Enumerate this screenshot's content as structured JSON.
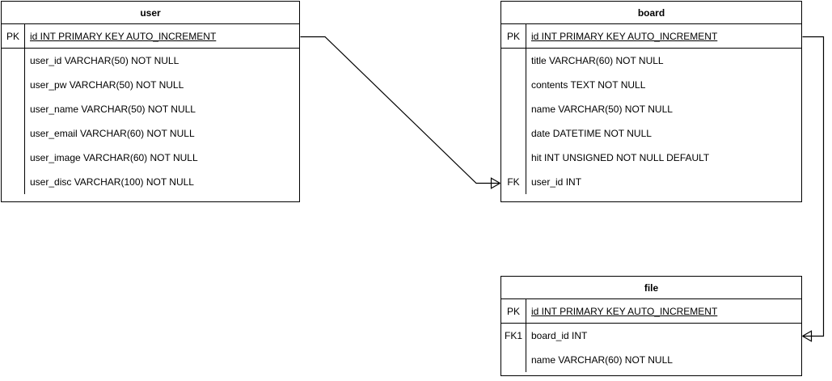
{
  "diagram": {
    "type": "entity-relationship-diagram",
    "background_color": "#ffffff",
    "line_color": "#000000",
    "text_color": "#000000"
  },
  "entities": [
    {
      "name": "user",
      "title": "user",
      "primary_key": {
        "key_label": "PK",
        "attribute": "id INT PRIMARY KEY AUTO_INCREMENT"
      },
      "attributes": [
        {
          "key_label": "",
          "attribute": "user_id VARCHAR(50) NOT NULL"
        },
        {
          "key_label": "",
          "attribute": "user_pw VARCHAR(50) NOT NULL"
        },
        {
          "key_label": "",
          "attribute": "user_name VARCHAR(50) NOT NULL"
        },
        {
          "key_label": "",
          "attribute": "user_email VARCHAR(60) NOT NULL"
        },
        {
          "key_label": "",
          "attribute": "user_image VARCHAR(60) NOT NULL"
        },
        {
          "key_label": "",
          "attribute": "user_disc VARCHAR(100) NOT NULL"
        }
      ]
    },
    {
      "name": "board",
      "title": "board",
      "primary_key": {
        "key_label": "PK",
        "attribute": "id INT PRIMARY KEY AUTO_INCREMENT"
      },
      "attributes": [
        {
          "key_label": "",
          "attribute": "title VARCHAR(60) NOT NULL"
        },
        {
          "key_label": "",
          "attribute": "contents TEXT NOT NULL"
        },
        {
          "key_label": "",
          "attribute": "name VARCHAR(50) NOT NULL"
        },
        {
          "key_label": "",
          "attribute": "date DATETIME NOT NULL"
        },
        {
          "key_label": "",
          "attribute": "hit INT UNSIGNED NOT NULL DEFAULT"
        },
        {
          "key_label": "FK",
          "attribute": "user_id INT"
        }
      ]
    },
    {
      "name": "file",
      "title": "file",
      "primary_key": {
        "key_label": "PK",
        "attribute": "id INT PRIMARY KEY AUTO_INCREMENT"
      },
      "attributes": [
        {
          "key_label": "FK1",
          "attribute": "board_id INT"
        },
        {
          "key_label": "",
          "attribute": "name VARCHAR(60) NOT NULL"
        }
      ]
    }
  ],
  "relationships": [
    {
      "name": "user-to-board",
      "from_entity": "user",
      "from_attribute": "id INT PRIMARY KEY AUTO_INCREMENT",
      "to_entity": "board",
      "to_attribute": "user_id INT",
      "cardinality": "one-to-many",
      "marker": "crows-foot"
    },
    {
      "name": "board-to-file",
      "from_entity": "board",
      "from_attribute": "id INT PRIMARY KEY AUTO_INCREMENT",
      "to_entity": "file",
      "to_attribute": "board_id INT",
      "cardinality": "one-to-many",
      "marker": "crows-foot"
    }
  ]
}
